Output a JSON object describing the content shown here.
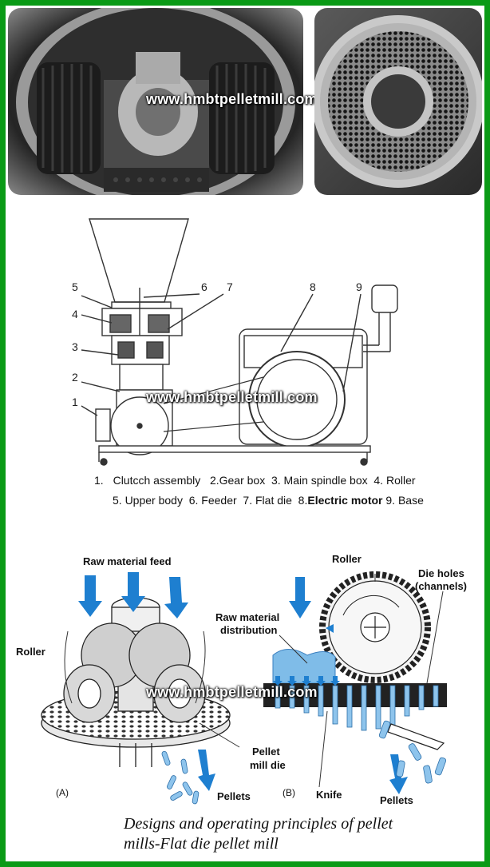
{
  "watermark": "www.hmbtpelletmill.com",
  "assembly_diagram": {
    "part_numbers": [
      "1",
      "2",
      "3",
      "4",
      "5",
      "6",
      "7",
      "8",
      "9"
    ],
    "legend_line1": "Clutcch assembly   2.Gear box  3. Main spindle box  4. Roller",
    "legend_line1_prefix": "1.",
    "legend_line2_a": "5. Upper body  6. Feeder  7. Flat die  8.",
    "legend_line2_bold": "Electric motor",
    "legend_line2_b": " 9. Base"
  },
  "principle_diagram": {
    "labels": {
      "raw_material_feed": "Raw material feed",
      "roller_a": "Roller",
      "pellet_mill_die_1": "Pellet",
      "pellet_mill_die_2": "mill die",
      "pellets_a": "Pellets",
      "panel_a": "(A)",
      "roller_b": "Roller",
      "die_holes_1": "Die holes",
      "die_holes_2": "(channels)",
      "raw_distribution_1": "Raw material",
      "raw_distribution_2": "distribution",
      "knife": "Knife",
      "pellets_b": "Pellets",
      "panel_b": "(B)"
    }
  },
  "caption": {
    "line1": "Designs and operating principles of pellet",
    "line2": "mills-Flat die pellet mill"
  },
  "colors": {
    "border": "#0a9a16",
    "arrow_blue": "#1e7fd0",
    "pellet_blue": "#8ec4ec"
  }
}
